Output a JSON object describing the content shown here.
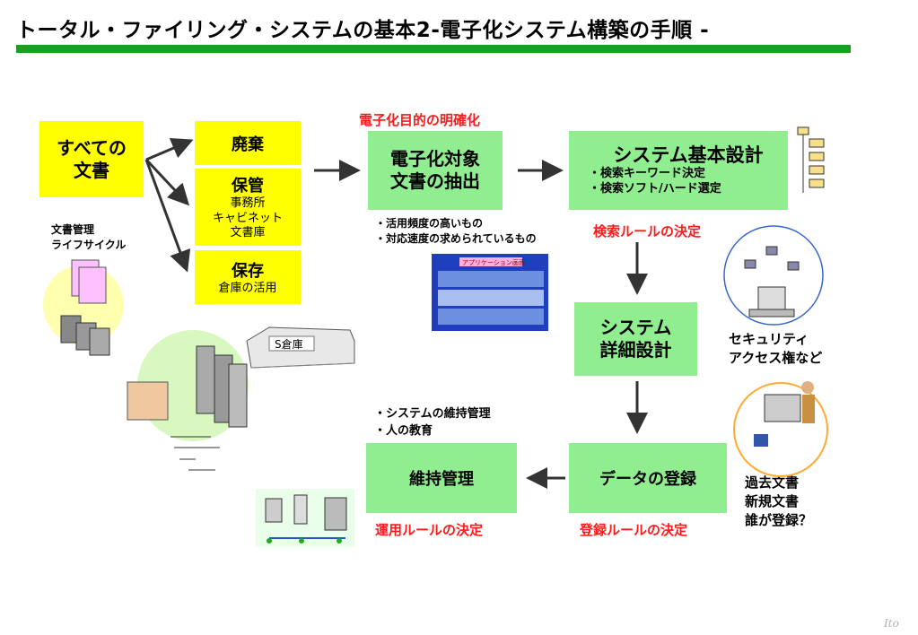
{
  "title": "トータル・ファイリング・システムの基本2-電子化システム構築の手順 -",
  "boxes": {
    "all_docs": [
      "すべての",
      "文書"
    ],
    "disposal": "廃棄",
    "storage": {
      "title": "保管",
      "lines": [
        "事務所",
        "キャビネット",
        "文書庫"
      ]
    },
    "archive": {
      "title": "保存",
      "line": "倉庫の活用"
    },
    "extract": [
      "電子化対象",
      "文書の抽出"
    ],
    "basic_design": {
      "title": "システム基本設計",
      "lines": [
        "・検索キーワード決定",
        "・検索ソフト/ハード選定"
      ]
    },
    "detail_design": [
      "システム",
      "詳細設計"
    ],
    "registration": "データの登録",
    "maintenance": "維持管理"
  },
  "red_labels": {
    "purpose": "電子化目的の明確化",
    "search_rule": "検索ルールの決定",
    "registration_rule": "登録ルールの決定",
    "operation_rule": "運用ルールの決定"
  },
  "notes": {
    "lifecycle": [
      "文書管理",
      "ライフサイクル"
    ],
    "extract_criteria": [
      "・活用頻度の高いもの",
      "・対応速度の求められているもの"
    ],
    "maintenance_items": [
      "・システムの維持管理",
      "・人の教育"
    ],
    "security": [
      "セキュリティ",
      "アクセス権など"
    ],
    "registration_targets": [
      "過去文書",
      "新規文書",
      "誰が登録？"
    ]
  },
  "illustrations": {
    "warehouse_sign": "S倉庫",
    "screen_banner": "アプリケーション画面"
  },
  "footer": "Ito",
  "colors": {
    "rule": "#1aa01a",
    "yellow_box": "#ffff00",
    "green_box": "#90ee90",
    "red_text": "#ff1a1a"
  }
}
